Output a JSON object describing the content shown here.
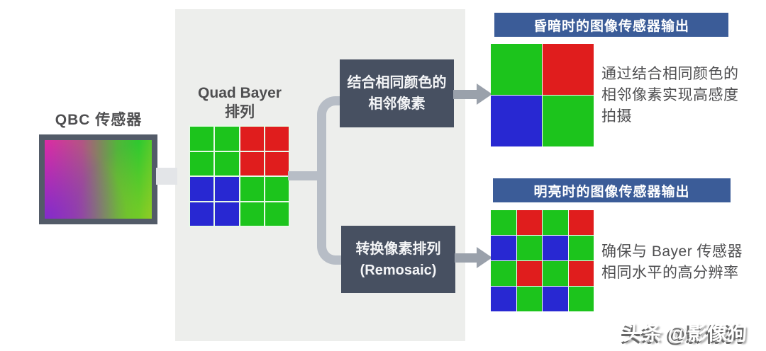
{
  "colors": {
    "G": "#1cc41c",
    "R": "#e01d1d",
    "B": "#2828d2",
    "panel_bg": "#edeeec",
    "process_box_bg": "#475061",
    "header_bar_bg": "#3b5c98",
    "arrow_gray": "#9aa1ab",
    "branch_gray": "#b7bdc6",
    "text_dark": "#4e4e50"
  },
  "sensor": {
    "label": "QBC 传感器"
  },
  "pipeline": {
    "quad_label_lines": [
      "Quad Bayer",
      "排列"
    ],
    "quad_grid": [
      [
        "G",
        "G",
        "R",
        "R"
      ],
      [
        "G",
        "G",
        "R",
        "R"
      ],
      [
        "B",
        "B",
        "G",
        "G"
      ],
      [
        "B",
        "B",
        "G",
        "G"
      ]
    ],
    "top_box_lines": [
      "结合相同颜色的",
      "相邻像素"
    ],
    "bottom_box_lines": [
      "转换像素排列",
      "(Remosaic)"
    ]
  },
  "output_dark": {
    "header": "昏暗时的图像传感器输出",
    "grid": [
      [
        "G",
        "R"
      ],
      [
        "B",
        "G"
      ]
    ],
    "desc_lines": [
      "通过结合相同颜色的",
      "相邻像素实现高感度",
      "拍摄"
    ]
  },
  "output_bright": {
    "header": "明亮时的图像传感器输出",
    "grid": [
      [
        "G",
        "R",
        "G",
        "R"
      ],
      [
        "B",
        "G",
        "B",
        "G"
      ],
      [
        "G",
        "R",
        "G",
        "R"
      ],
      [
        "B",
        "G",
        "B",
        "G"
      ]
    ],
    "desc_lines": [
      "确保与 Bayer 传感器",
      "相同水平的高分辨率"
    ]
  },
  "watermark": "头条 @影像狗"
}
